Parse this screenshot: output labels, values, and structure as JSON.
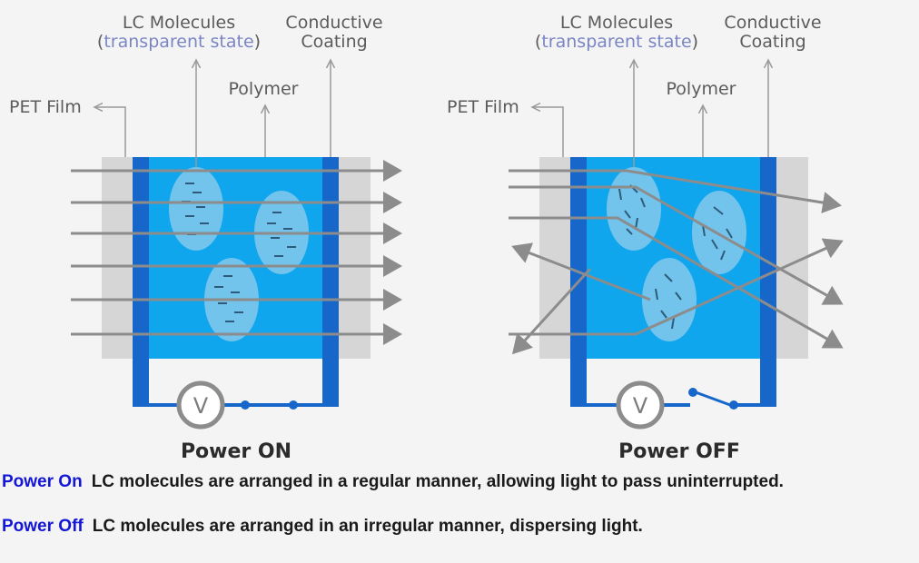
{
  "colors": {
    "pet_film": "#d6d6d6",
    "polymer": "#0fa6ee",
    "conductive": "#1667c9",
    "droplet": "#72c4ec",
    "arrow": "#8c8c8c",
    "caption_key": "#1416d6"
  },
  "panels": [
    {
      "state": "on",
      "title": "Power ON",
      "labels": {
        "lc_molecules": "LC Molecules",
        "lc_state": "transparent state",
        "conductive_line1": "Conductive",
        "conductive_line2": "Coating",
        "polymer": "Polymer",
        "pet_film": "PET Film"
      },
      "voltmeter": "V"
    },
    {
      "state": "off",
      "title": "Power OFF",
      "labels": {
        "lc_molecules": "LC Molecules",
        "lc_state": "transparent state",
        "conductive_line1": "Conductive",
        "conductive_line2": "Coating",
        "polymer": "Polymer",
        "pet_film": "PET Film"
      },
      "voltmeter": "V"
    }
  ],
  "captions": [
    {
      "key": "Power On",
      "text": "LC molecules are arranged in a regular manner, allowing light to pass uninterrupted."
    },
    {
      "key": "Power Off",
      "text": "LC molecules are arranged in an irregular manner, dispersing light."
    }
  ]
}
